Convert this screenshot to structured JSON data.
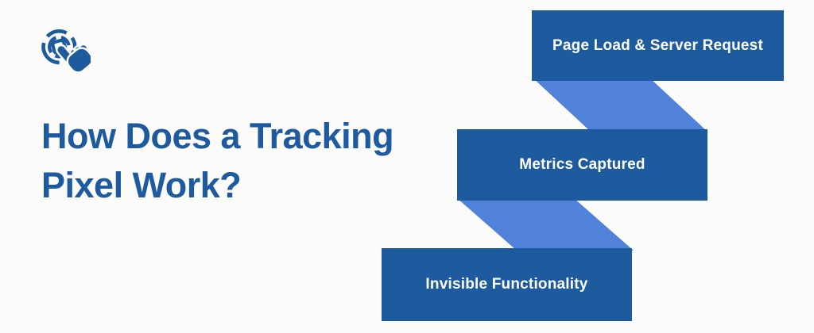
{
  "header": {
    "icon": "click-tracking-icon",
    "title_line1": "How Does a Tracking",
    "title_line2": "Pixel Work?"
  },
  "flow": {
    "steps": [
      {
        "label": "Page Load & Server Request"
      },
      {
        "label": "Metrics Captured"
      },
      {
        "label": "Invisible Functionality"
      }
    ]
  },
  "colors": {
    "step_box": "#1d5b9e",
    "ribbon": "#4f82d8",
    "title_text": "#1d5aa0",
    "step_label_text": "#ffffff",
    "background": "#fbfbf9"
  }
}
